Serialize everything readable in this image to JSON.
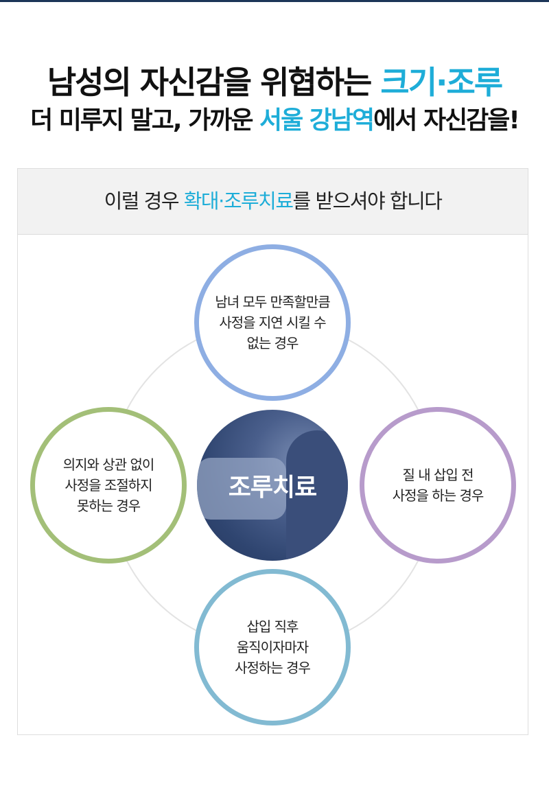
{
  "headline": {
    "line1_pre": "남성의 자신감을 위협하는 ",
    "line1_accent": "크기·조루",
    "line2_pre": "더 미루지 말고, 가까운 ",
    "line2_accent": "서울 강남역",
    "line2_post": "에서 자신감을!"
  },
  "section": {
    "title_pre": "이럴 경우 ",
    "title_accent": "확대·조루치료",
    "title_post": "를 받으셔야 합니다",
    "center_label": "조루치료",
    "cases": [
      {
        "lines": [
          "남녀 모두 만족할만큼",
          "사정을 지연 시킬 수",
          "없는 경우"
        ],
        "color": "#8eaee3"
      },
      {
        "lines": [
          "의지와 상관 없이",
          "사정을 조절하지",
          "못하는 경우"
        ],
        "color": "#a3bf78"
      },
      {
        "lines": [
          "질 내 삽입 전",
          "사정을 하는 경우"
        ],
        "color": "#b79bcb"
      },
      {
        "lines": [
          "삽입 직후",
          "움직이자마자",
          "사정하는 경우"
        ],
        "color": "#82bad2"
      }
    ]
  },
  "colors": {
    "accent": "#1eadd8",
    "topbar": "#1c3658"
  }
}
